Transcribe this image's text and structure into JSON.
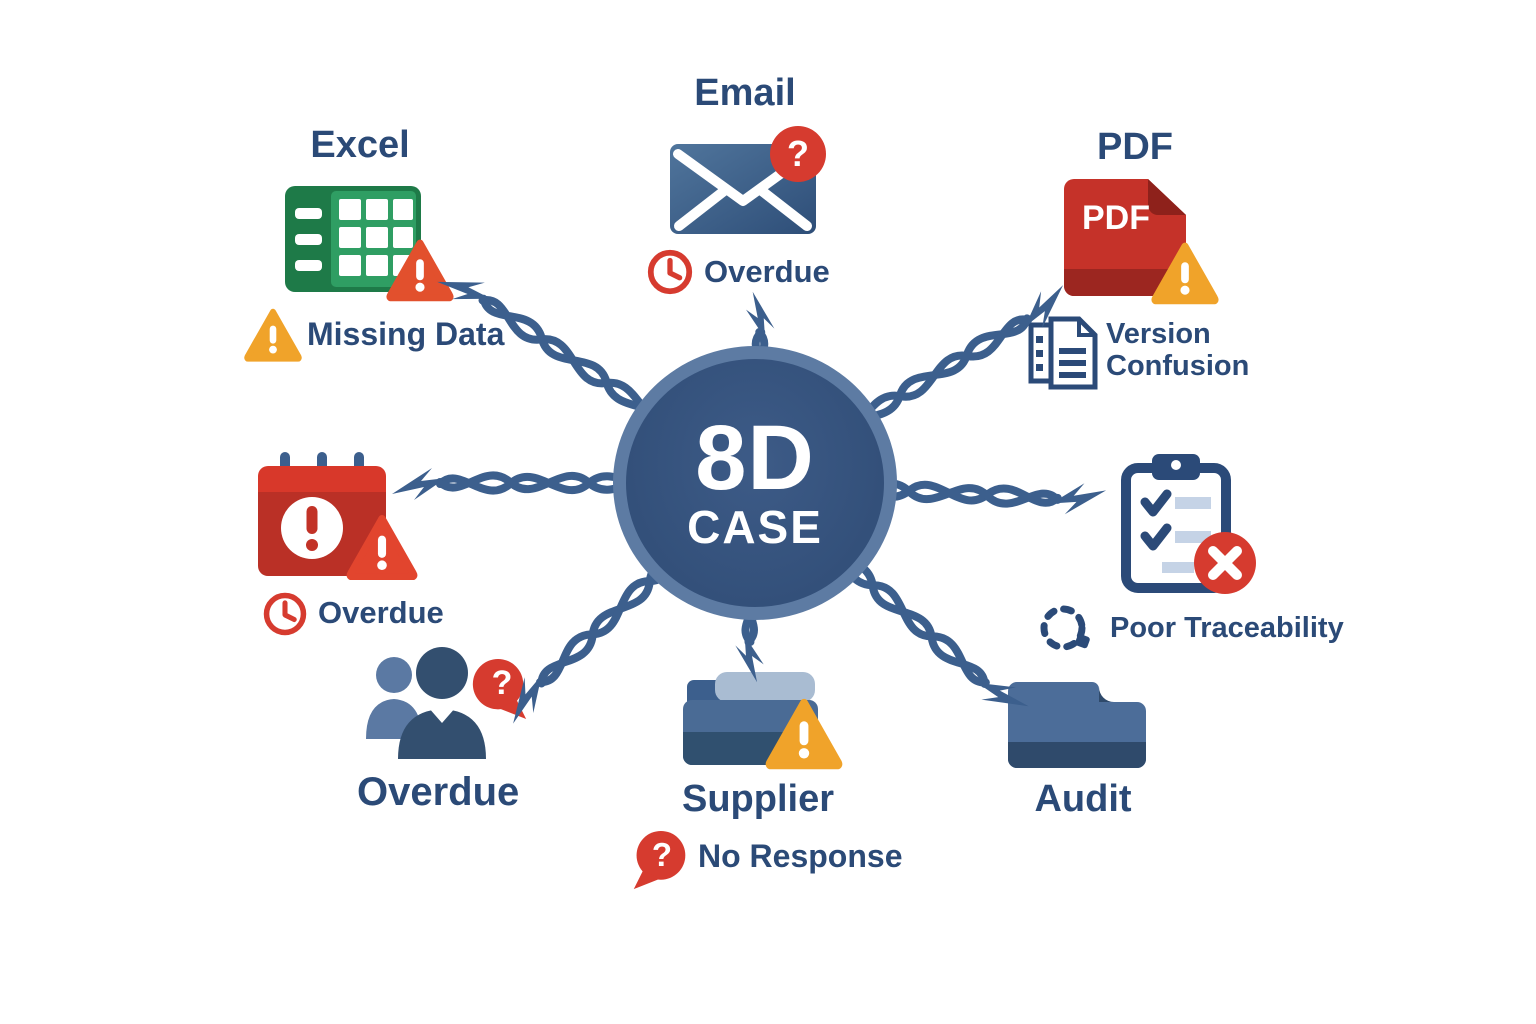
{
  "hub": {
    "line1": "8D",
    "line2": "CASE"
  },
  "glyphs": {
    "question": "?"
  },
  "nodes": {
    "excel": {
      "title": "Excel",
      "issue": "Missing Data"
    },
    "email": {
      "title": "Email",
      "issue": "Overdue"
    },
    "pdf": {
      "title": "PDF",
      "file_label": "PDF",
      "issue": "Version Confusion"
    },
    "calendar": {
      "issue": "Overdue"
    },
    "people": {
      "issue": "Overdue"
    },
    "supplier": {
      "title": "Supplier",
      "issue": "No Response"
    },
    "audit": {
      "title": "Audit"
    },
    "clipboard": {
      "issue": "Poor Traceability"
    }
  },
  "icons": {
    "excel": "spreadsheet-icon",
    "email": "envelope-icon",
    "pdf": "pdf-file-icon",
    "calendar": "calendar-alert-icon",
    "people": "people-icon",
    "supplier": "supplier-folder-icon",
    "audit": "audit-folder-icon",
    "clipboard": "checklist-clipboard-icon",
    "traceability": "broken-dotted-circle-icon",
    "documents": "stacked-documents-icon",
    "clock": "clock-icon",
    "warning": "warning-triangle-icon",
    "error": "error-cross-icon"
  },
  "colors": {
    "label_blue": "#2b4a77",
    "hub_fill": "#33507a",
    "hub_ring": "#5d7ba3",
    "connector_blue": "#3c5f8d",
    "alert_red": "#d63b2f",
    "alert_orange_red": "#e2502d",
    "warning_yellow": "#f0a32a",
    "excel_green_dark": "#1e7a48",
    "excel_green": "#2f9e63",
    "pdf_red": "#c53229",
    "pdf_dark_red": "#9c2620",
    "folder_blue": "#4a6b95",
    "folder_dark_blue": "#30506f",
    "light_steel": "#a9bcd2"
  }
}
